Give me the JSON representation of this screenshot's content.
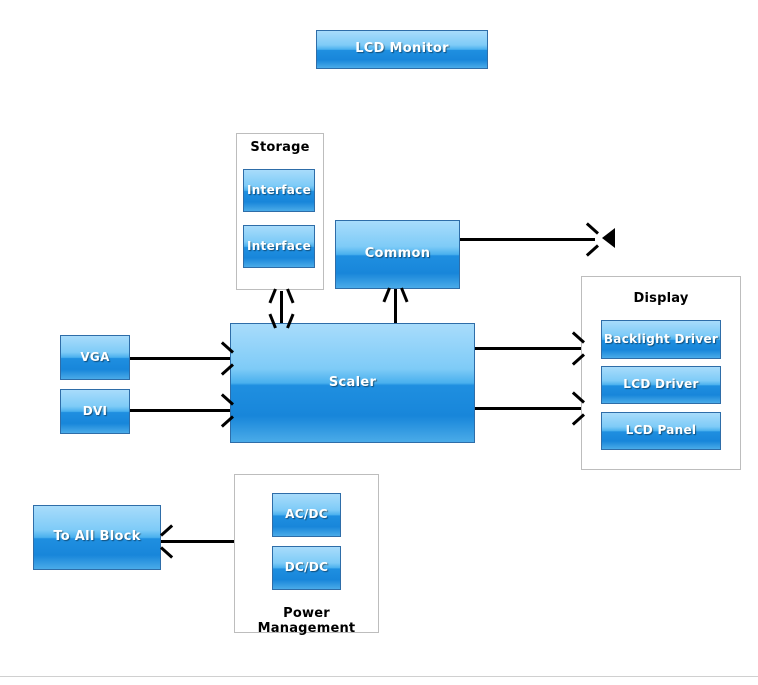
{
  "diagram": {
    "title_block": {
      "label": "LCD Monitor"
    },
    "blocks": {
      "storage_group_label": "Storage",
      "interface_1": "Interface",
      "interface_2": "Interface",
      "common": "Common",
      "scaler": "Scaler",
      "vga": "VGA",
      "dvi": "DVI",
      "display_group_label": "Display",
      "backlight_driver": "Backlight Driver",
      "lcd_driver": "LCD Driver",
      "lcd_panel": "LCD Panel",
      "power_group_label": "Power Management",
      "acdc": "AC/DC",
      "dcdc": "DC/DC",
      "to_all_block": "To All Block"
    },
    "icons": {
      "audio_out": "speaker-icon"
    },
    "colors": {
      "block_light": "#a8dcfb",
      "block_mid": "#49b0ee",
      "block_dark": "#1886da",
      "block_border": "#2e6da8",
      "group_border": "#bdbdbd",
      "connector": "#000000",
      "label_text": "#000000",
      "block_text": "#ffffff",
      "background": "#ffffff"
    }
  }
}
